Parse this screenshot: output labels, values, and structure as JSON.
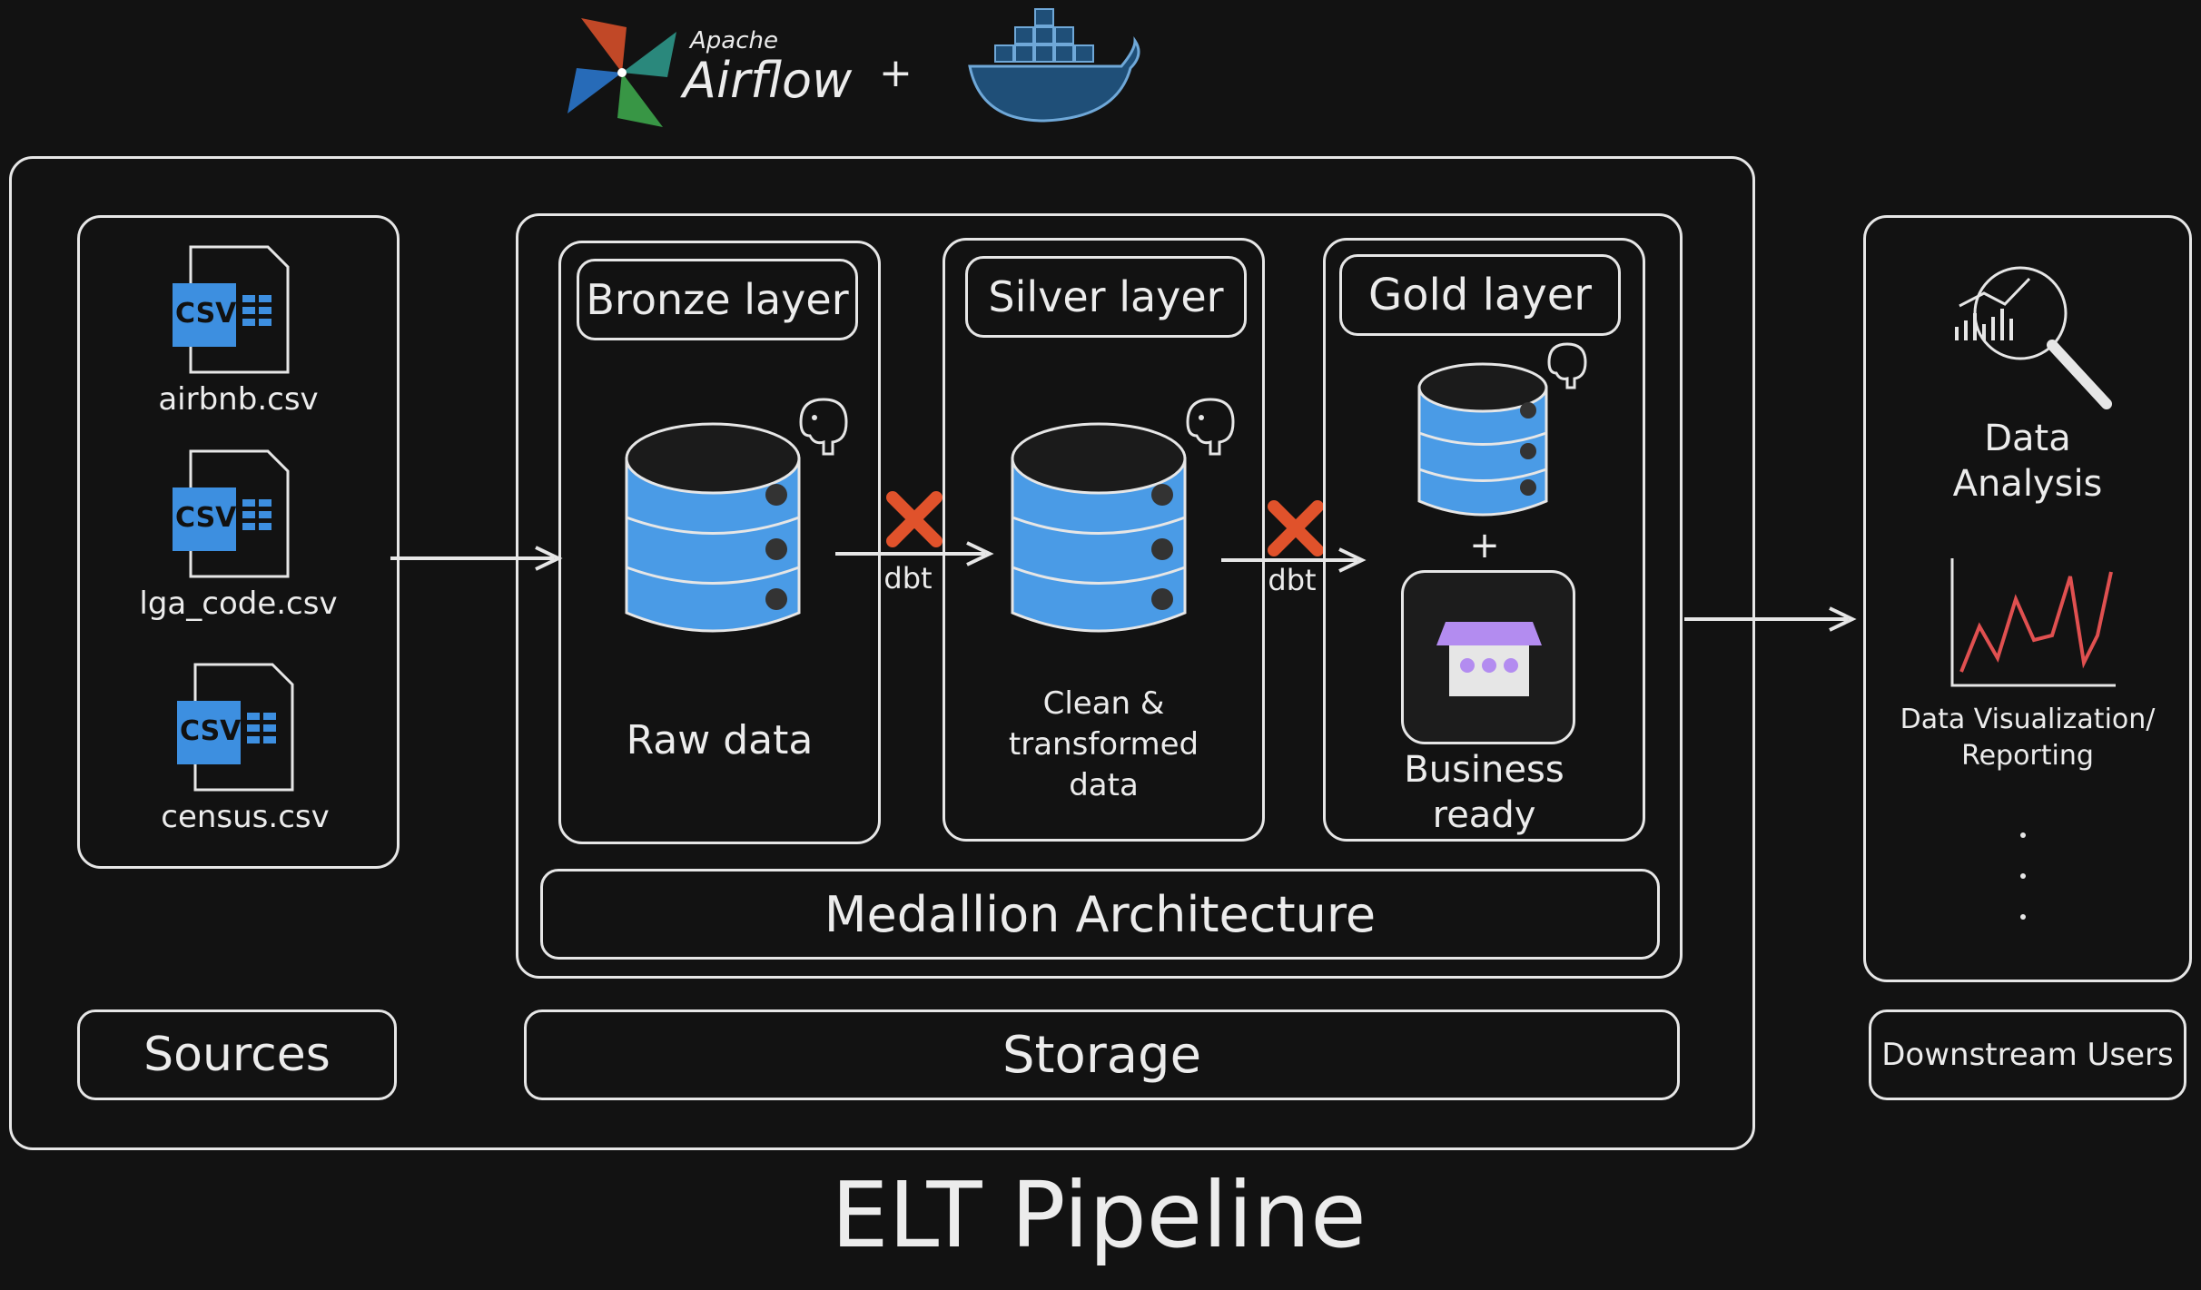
{
  "header": {
    "airflow_small": "Apache",
    "airflow_big": "Airflow",
    "plus": "+"
  },
  "sources": {
    "files": [
      "airbnb.csv",
      "lga_code.csv",
      "census.csv"
    ],
    "icon_text": "CSV",
    "title": "Sources"
  },
  "storage": {
    "title": "Storage",
    "medallion_title": "Medallion Architecture",
    "bronze": {
      "title": "Bronze layer",
      "caption": "Raw data"
    },
    "silver": {
      "title": "Silver layer",
      "caption_1": "Clean &",
      "caption_2": "transformed",
      "caption_3": "data"
    },
    "gold": {
      "title": "Gold layer",
      "plus": "+",
      "caption_1": "Business",
      "caption_2": "ready"
    },
    "dbt_label": "dbt"
  },
  "downstream": {
    "analysis_1": "Data",
    "analysis_2": "Analysis",
    "viz_1": "Data Visualization/",
    "viz_2": "Reporting",
    "title": "Downstream Users"
  },
  "footer": {
    "title": "ELT Pipeline"
  },
  "colors": {
    "background": "#121212",
    "stroke": "#e6e6e6",
    "db_blue": "#4a9be6",
    "csv_blue": "#3d8fe0",
    "dbt_orange": "#e0522b",
    "warehouse_purple": "#b38cf0",
    "chart_red": "#e05050"
  }
}
